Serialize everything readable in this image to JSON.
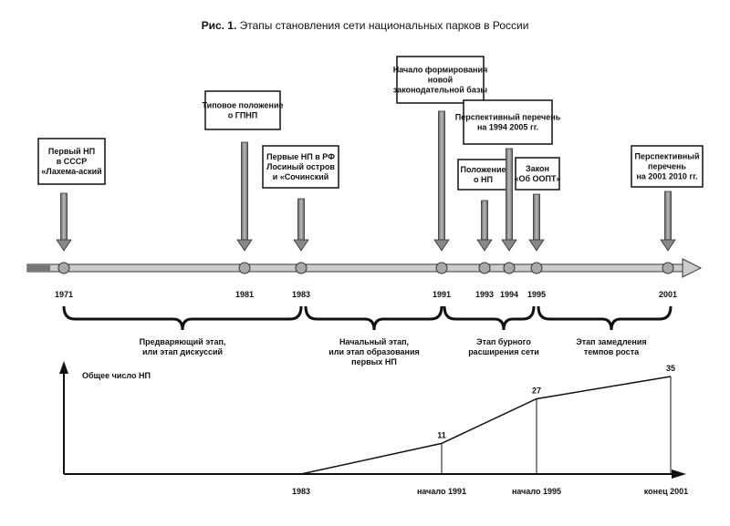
{
  "title": {
    "prefix": "Рис. 1.",
    "text": " Этапы становления сети национальных парков в России"
  },
  "events": [
    {
      "year": "1971",
      "lines": [
        "Первый НП",
        "в СССР",
        "«Лахема-аский"
      ]
    },
    {
      "year": "1981",
      "lines": [
        "Типовое положение",
        "о ГПНП"
      ]
    },
    {
      "year": "1983",
      "lines": [
        "Первые НП в РФ",
        "Лосиный остров",
        "и «Сочинский"
      ]
    },
    {
      "year": "1991",
      "lines": [
        "Начало формирования",
        "новой",
        "законодательной базы"
      ]
    },
    {
      "year": "1993",
      "lines": [
        "Положение",
        "о НП"
      ]
    },
    {
      "year": "1994",
      "lines": [
        "Перспективный перечень",
        "на 1994  2005 гг."
      ]
    },
    {
      "year": "1995",
      "lines": [
        "Закон",
        "«Об ООПТ»"
      ]
    },
    {
      "year": "2001",
      "lines": [
        "Перспективный",
        "перечень",
        "на 2001  2010 гг."
      ]
    }
  ],
  "stages": [
    {
      "lines": [
        "Предваряющий этап,",
        "или этап дискуссий"
      ]
    },
    {
      "lines": [
        "Начальный этап,",
        "или этап образования",
        "первых НП"
      ]
    },
    {
      "lines": [
        "Этап бурного",
        "расширения сети"
      ]
    },
    {
      "lines": [
        "Этап замедления",
        "темпов роста"
      ]
    }
  ],
  "chart_data": {
    "type": "line",
    "ylabel": "Общее число НП",
    "x": [
      "1983",
      "начало 1991",
      "начало 1995",
      "конец 2001"
    ],
    "values": [
      0,
      11,
      27,
      35
    ],
    "value_labels": [
      "",
      "11",
      "27",
      "35"
    ]
  }
}
